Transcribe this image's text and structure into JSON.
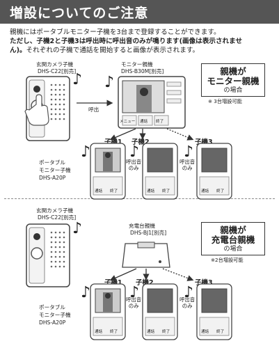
{
  "header": {
    "title": "増設についてのご注意"
  },
  "intro": {
    "line1": "親機にはポータブルモニター子機を3台まで登録することができます。",
    "line2_bold": "ただし、子機2と子機3は呼出時に呼出音のみが鳴ります(画像は表示されませ",
    "line3_bold": "ん)。",
    "line3_rest": "それぞれの子機で通話を開始すると画像が表示されます。"
  },
  "top": {
    "door_label": "玄関カメラ子機",
    "door_model": "DHS-C22[別売]",
    "monitor_label": "モニター親機",
    "monitor_model": "DHS-B30M[別売]",
    "call_label": "呼出",
    "case_line1": "親機が",
    "case_line2": "モニター親機",
    "case_line3": "の場合",
    "note": "※ 3台増設可能",
    "monitor_btn1": "メニュー",
    "monitor_btn2": "通話",
    "monitor_btn3": "終了",
    "child1": "子機1",
    "child2": "子機2",
    "child3": "子機3",
    "only_call_a": "呼出音",
    "only_call_b": "のみ",
    "portable_l1": "ポータブル",
    "portable_l2": "モニター子機",
    "portable_l3": "DHS-A20P"
  },
  "bottom": {
    "door_label": "玄関カメラ子機",
    "door_model": "DHS-C22[別売]",
    "charger_label": "充電台親機",
    "charger_model": "DHS-BJ1[別売]",
    "case_line1": "親機が",
    "case_line2": "充電台親機",
    "case_line3": "の場合",
    "note": "※2台増設可能",
    "child1": "子機1",
    "child2": "子機2",
    "child3": "子機3",
    "only_call_a": "呼出音",
    "only_call_b": "のみ",
    "portable_l1": "ポータブル",
    "portable_l2": "モニター子機",
    "portable_l3": "DHS-A20P"
  },
  "handset_buttons": {
    "talk": "通話",
    "end": "終了"
  },
  "icons": {
    "note": "music-note-icon",
    "arrow": "arrow-right-icon",
    "camera": "door-camera-icon",
    "monitor": "monitor-icon",
    "handset": "handset-icon",
    "charger": "charger-icon"
  }
}
